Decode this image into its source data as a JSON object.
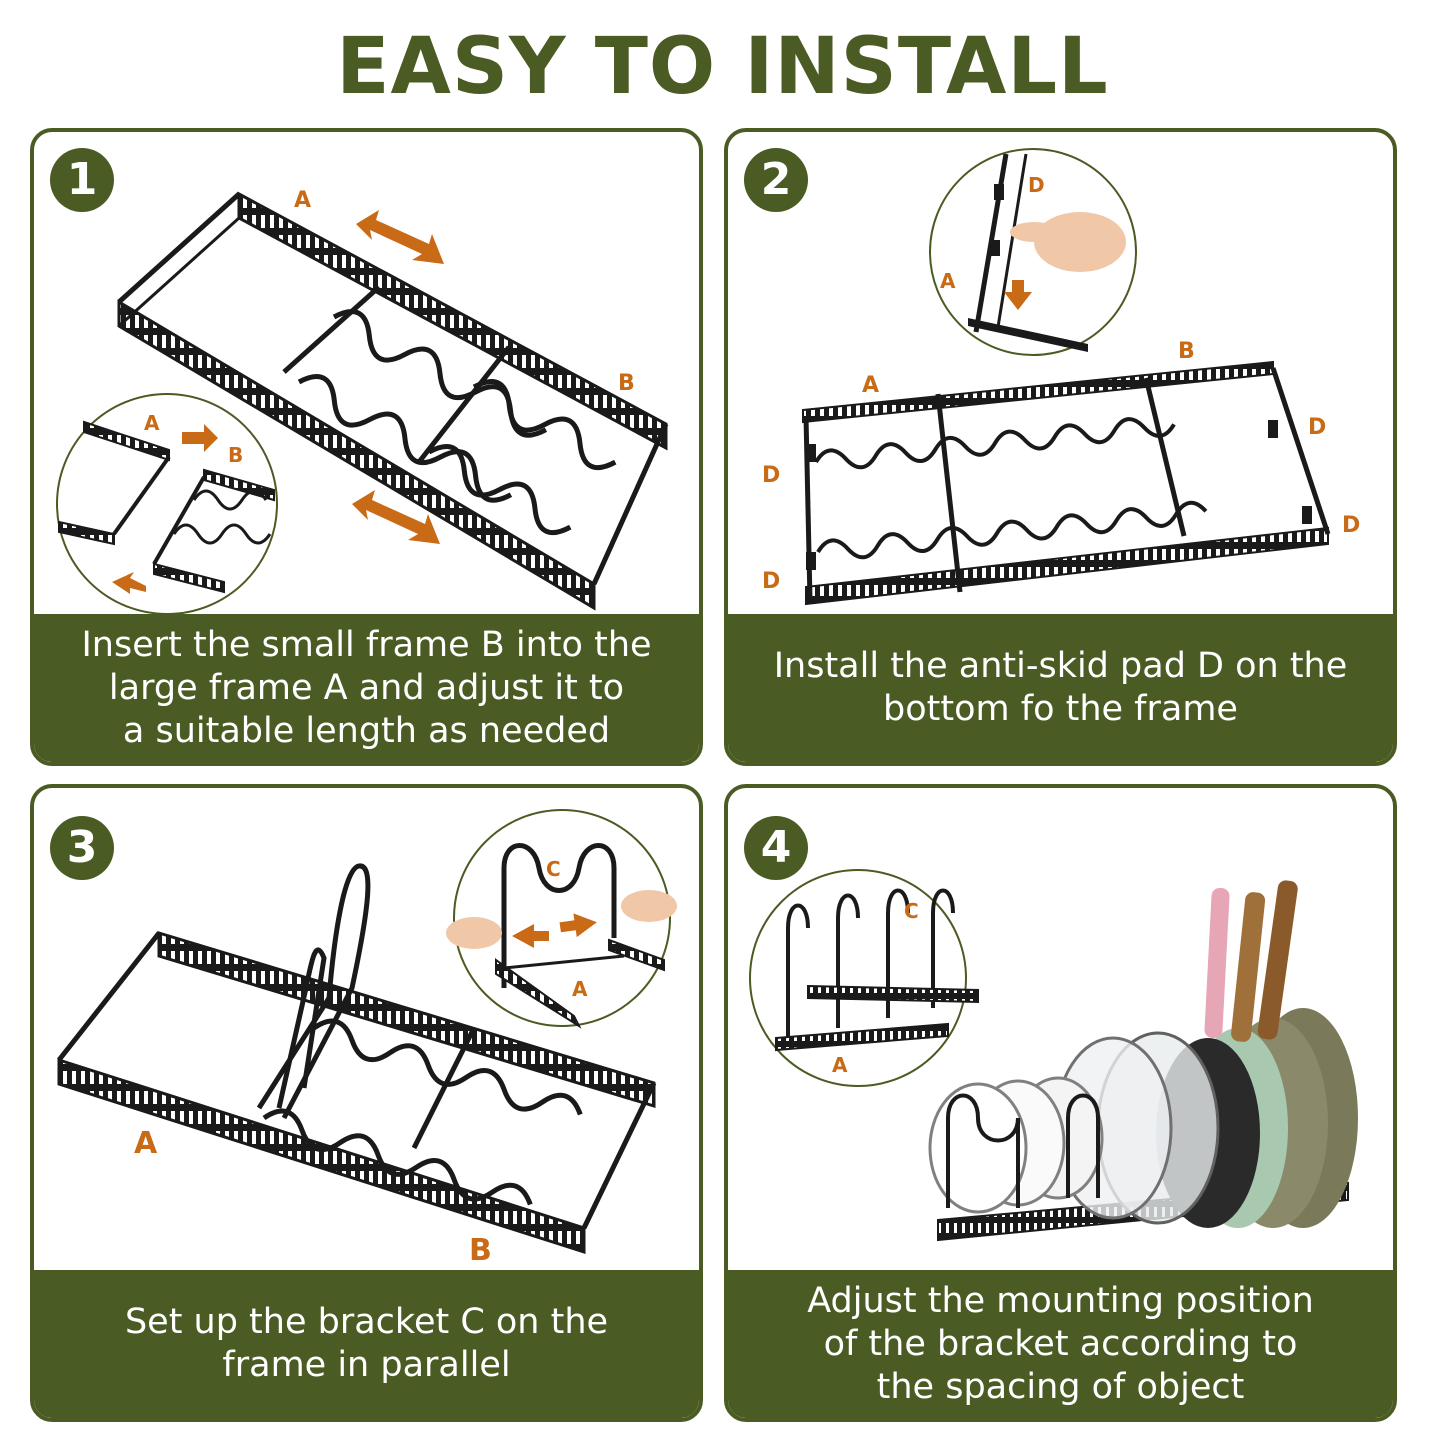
{
  "title": "EASY TO INSTALL",
  "colors": {
    "olive": "#4a5b23",
    "orange": "#c86a16",
    "frame": "#1a1a1a"
  },
  "panels": [
    {
      "step": "1",
      "caption_lines": [
        "Insert the small frame B into the",
        "large frame A and adjust it to",
        "a suitable length as needed"
      ],
      "labels": {
        "a": "A",
        "b": "B",
        "inset_a": "A",
        "inset_b": "B"
      }
    },
    {
      "step": "2",
      "caption_lines": [
        "Install the anti-skid pad D on the",
        "bottom fo the frame"
      ],
      "labels": {
        "a": "A",
        "b": "B",
        "d1": "D",
        "d2": "D",
        "d3": "D",
        "d4": "D",
        "inset_d": "D",
        "inset_a": "A"
      }
    },
    {
      "step": "3",
      "caption_lines": [
        "Set up the bracket C on the",
        "frame in parallel"
      ],
      "labels": {
        "a": "A",
        "b": "B",
        "inset_c": "C",
        "inset_a": "A"
      }
    },
    {
      "step": "4",
      "caption_lines": [
        "Adjust the mounting position",
        "of the bracket according to",
        "the spacing of object"
      ],
      "labels": {
        "inset_c": "C",
        "inset_a": "A"
      }
    }
  ]
}
